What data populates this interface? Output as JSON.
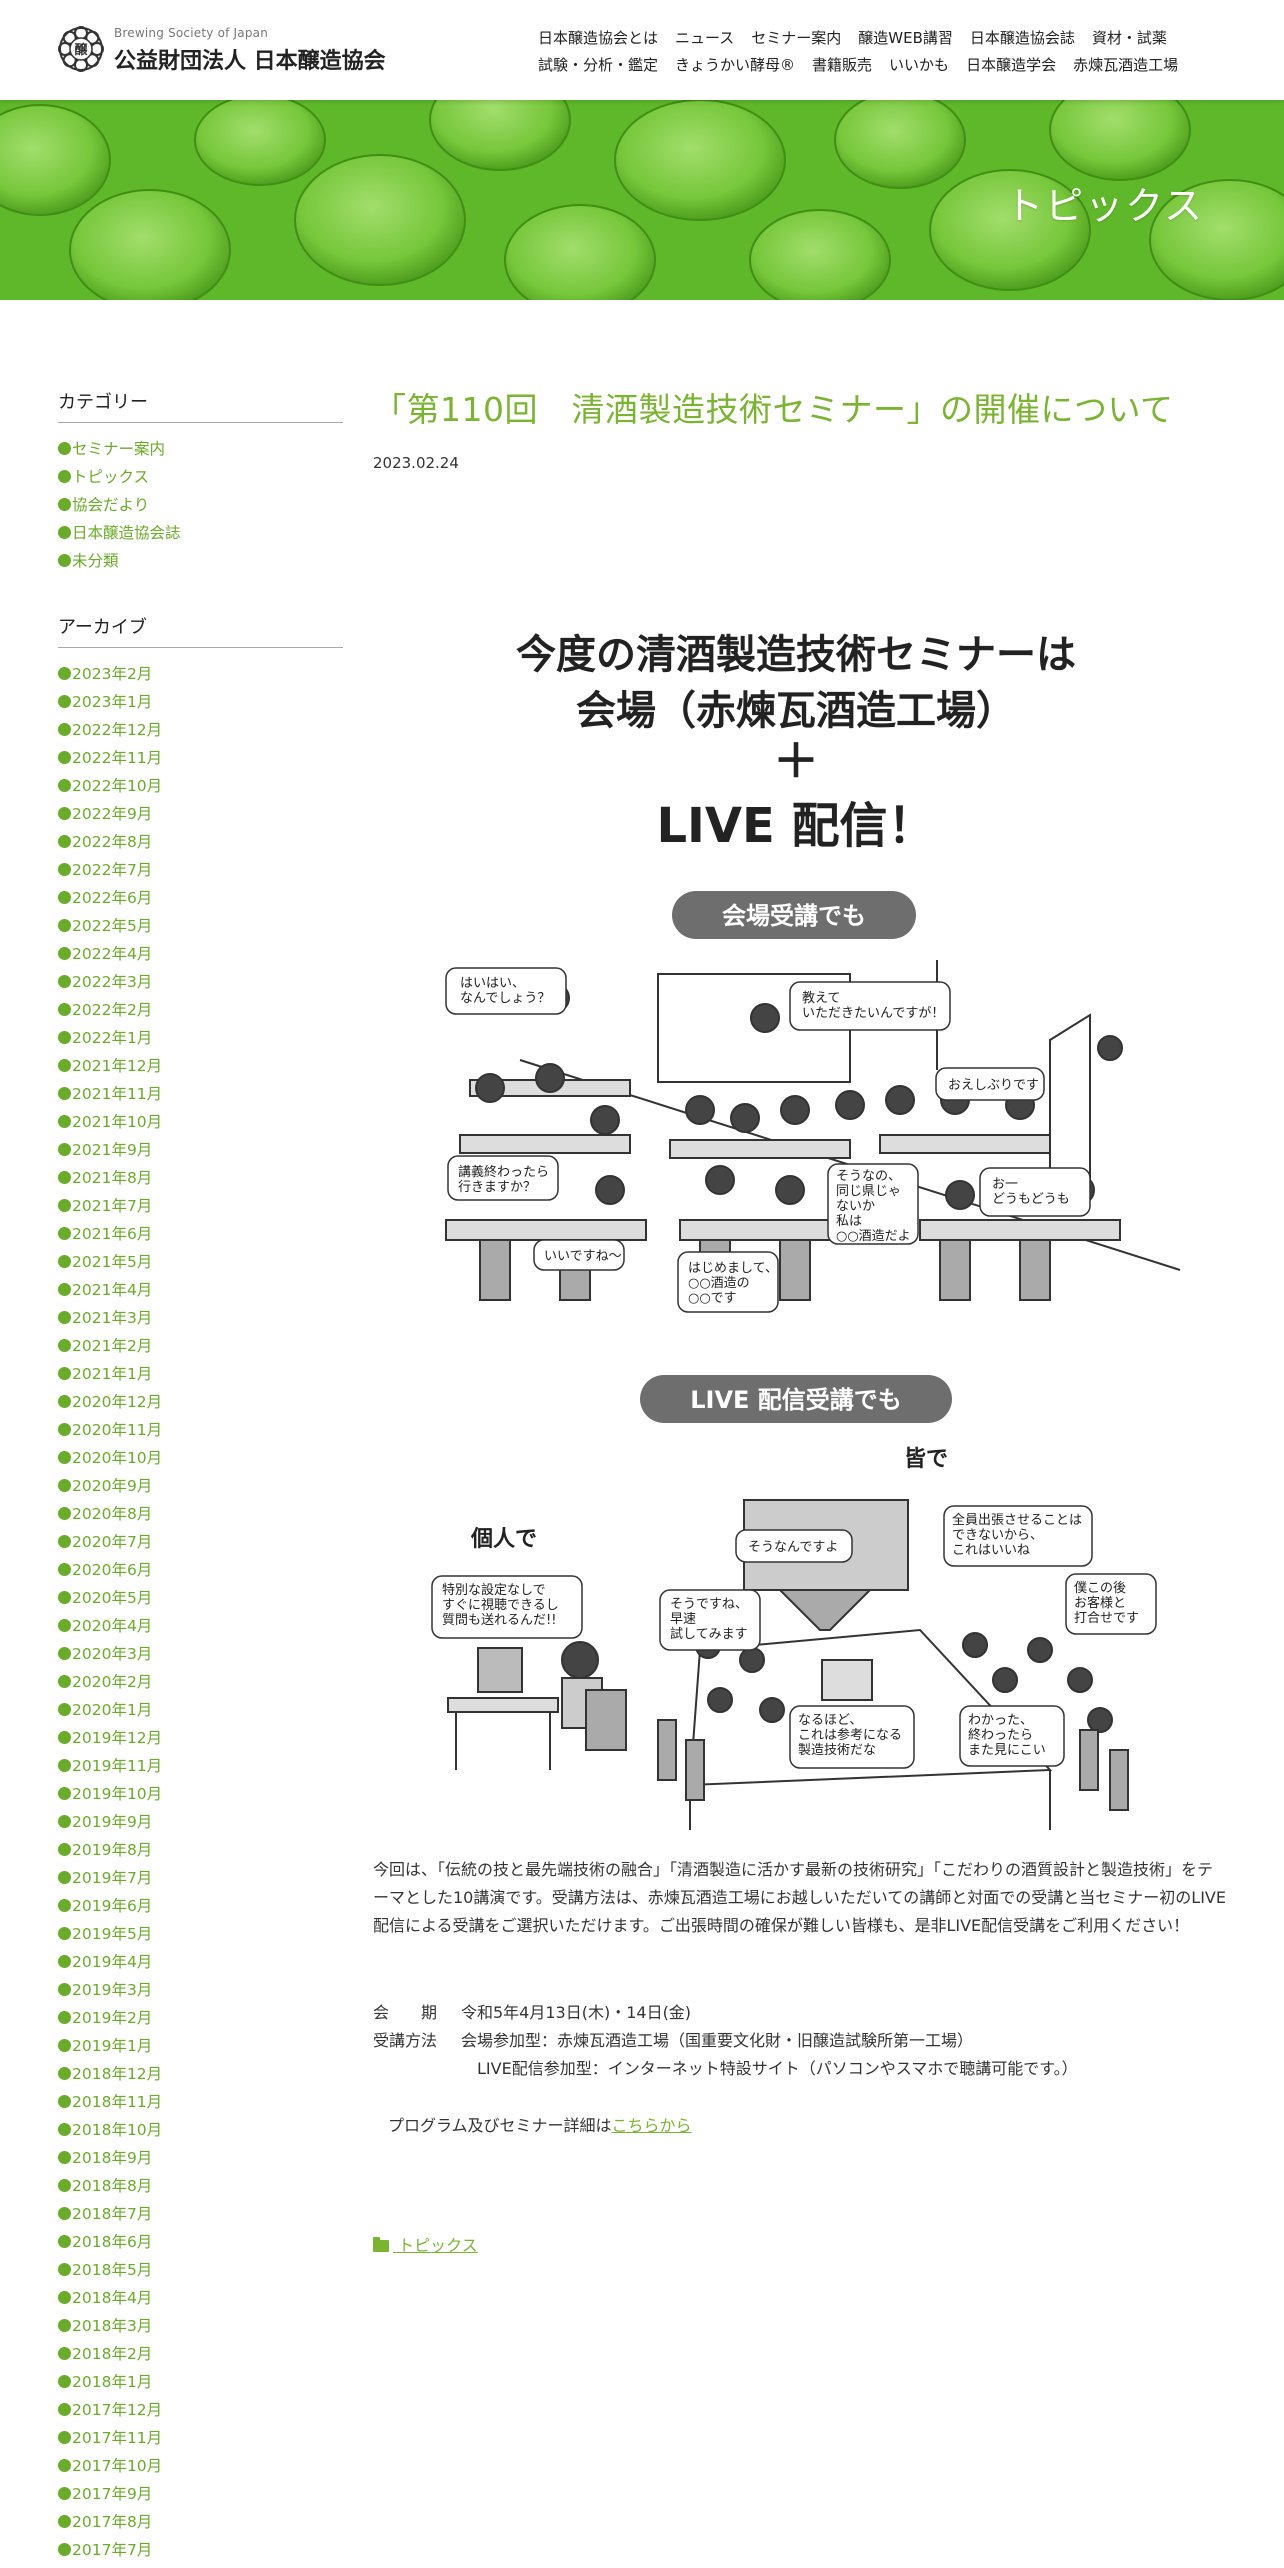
{
  "header": {
    "logo_mark": "醸",
    "logo_sub": "Brewing Society of Japan",
    "logo_main": "公益財団法人 日本醸造協会",
    "nav_row1": [
      "日本醸造協会とは",
      "ニュース",
      "セミナー案内",
      "醸造WEB講習",
      "日本醸造協会誌",
      "資材・試薬"
    ],
    "nav_row2": [
      "試験・分析・鑑定",
      "きょうかい酵母®",
      "書籍販売",
      "いいかも",
      "日本醸造学会",
      "赤煉瓦酒造工場"
    ]
  },
  "hero": {
    "title": "トピックス"
  },
  "sidebar": {
    "categories_heading": "カテゴリー",
    "categories": [
      "セミナー案内",
      "トピックス",
      "協会だより",
      "日本醸造協会誌",
      "未分類"
    ],
    "archive_heading": "アーカイブ",
    "archives": [
      "2023年2月",
      "2023年1月",
      "2022年12月",
      "2022年11月",
      "2022年10月",
      "2022年9月",
      "2022年8月",
      "2022年7月",
      "2022年6月",
      "2022年5月",
      "2022年4月",
      "2022年3月",
      "2022年2月",
      "2022年1月",
      "2021年12月",
      "2021年11月",
      "2021年10月",
      "2021年9月",
      "2021年8月",
      "2021年7月",
      "2021年6月",
      "2021年5月",
      "2021年4月",
      "2021年3月",
      "2021年2月",
      "2021年1月",
      "2020年12月",
      "2020年11月",
      "2020年10月",
      "2020年9月",
      "2020年8月",
      "2020年7月",
      "2020年6月",
      "2020年5月",
      "2020年4月",
      "2020年3月",
      "2020年2月",
      "2020年1月",
      "2019年12月",
      "2019年11月",
      "2019年10月",
      "2019年9月",
      "2019年8月",
      "2019年7月",
      "2019年6月",
      "2019年5月",
      "2019年4月",
      "2019年3月",
      "2019年2月",
      "2019年1月",
      "2018年12月",
      "2018年11月",
      "2018年10月",
      "2018年9月",
      "2018年8月",
      "2018年7月",
      "2018年6月",
      "2018年5月",
      "2018年4月",
      "2018年3月",
      "2018年2月",
      "2018年1月",
      "2017年12月",
      "2017年11月",
      "2017年10月",
      "2017年9月",
      "2017年8月",
      "2017年7月"
    ]
  },
  "post": {
    "title": "「第110回　清酒製造技術セミナー」の開催について",
    "date": "2023.02.24",
    "poster": {
      "headline_1": "今度の清酒製造技術セミナーは",
      "headline_2": "会場（赤煉瓦酒造工場）",
      "headline_plus": "＋",
      "headline_3": "LIVE 配信！",
      "pill_venue": "会場受講でも",
      "pill_live": "LIVE 配信受講でも",
      "bubble_1": "はいはい、\nなんでしょう？",
      "bubble_2": "教えて\nいただきたいんですが！",
      "bubble_3": "おえしぶりです",
      "bubble_4": "講義終わったら\n行きますか？",
      "bubble_5": "いいですね～",
      "bubble_6": "はじめまして、\n○○酒造の\n○○です",
      "bubble_7": "そうなの、\n同じ県じゃ\nないか\n私は\n○○酒造だよ",
      "bubble_8": "お一\nどうもどうも",
      "label_individual": "個人で",
      "label_all": "皆で",
      "bubble_9": "特別な設定なしで\nすぐに視聴できるし\n質問も送れるんだ!!",
      "bubble_10": "そうなんですよ",
      "bubble_11": "全員出張させることは\nできないから、\nこれはいいね",
      "bubble_12": "そうですね、\n早速\n試してみます",
      "bubble_13": "僕この後\nお客様と\n打合せです",
      "bubble_14": "なるほど、\nこれは参考になる\n製造技術だな",
      "bubble_15": "わかった、\n終わったら\nまた見にこい"
    },
    "body": "今回は、「伝統の技と最先端技術の融合」「清酒製造に活かす最新の技術研究」「こだわりの酒質設計と製造技術」をテーマとした10講演です。受講方法は、赤煉瓦酒造工場にお越しいただいての講師と対面での受講と当セミナー初のLIVE配信による受講をご選択いただけます。ご出張時間の確保が難しい皆様も、是非LIVE配信受講をご利用ください！",
    "period_label": "会　　期",
    "period_value": "令和5年4月13日(木)・14日(金)",
    "method_label": "受講方法",
    "method_value_1": "会場参加型：赤煉瓦酒造工場（国重要文化財・旧醸造試験所第一工場）",
    "method_value_2": "LIVE配信参加型：インターネット特設サイト（パソコンやスマホで聴講可能です。）",
    "program_text": "プログラム及びセミナー詳細は",
    "program_link": "こちらから",
    "category_link": " トピックス"
  },
  "colors": {
    "accent": "#7ab530",
    "hero_green": "#5eb829",
    "link_green": "#6aab28"
  }
}
